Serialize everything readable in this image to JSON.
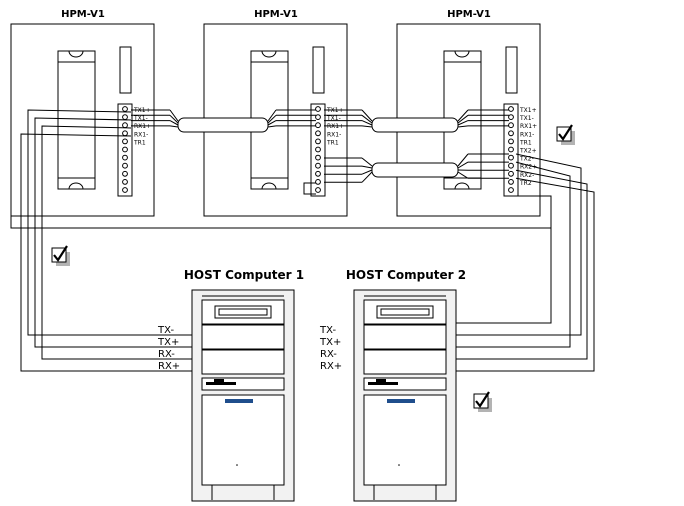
{
  "units": [
    {
      "title": "HPM-V1",
      "terminals": [
        "TX1+",
        "TX1-",
        "RX1+",
        "RX1-",
        "TR1"
      ]
    },
    {
      "title": "HPM-V1",
      "terminals": [
        "TX1+",
        "TX1-",
        "RX1+",
        "RX1-",
        "TR1"
      ]
    },
    {
      "title": "HPM-V1",
      "terminals": [
        "TX1+",
        "TX1-",
        "RX1+",
        "RX1-",
        "TR1",
        "TX2+",
        "TX2-",
        "RX2+",
        "RX2-",
        "TR2"
      ]
    }
  ],
  "hosts": [
    {
      "title": "HOST Computer 1",
      "signals": [
        "TX-",
        "TX+",
        "RX-",
        "RX+"
      ]
    },
    {
      "title": "HOST Computer 2",
      "signals": [
        "TX-",
        "TX+",
        "RX-",
        "RX+"
      ]
    }
  ],
  "icons": {
    "termination": "checkmark-box-icon"
  },
  "colors": {
    "line": "#000000",
    "box_fill": "#ffffff",
    "host_fill": "#f2f2f2",
    "floppy_slot": "#1f4e8c",
    "shadow": "#b3b3b3"
  }
}
